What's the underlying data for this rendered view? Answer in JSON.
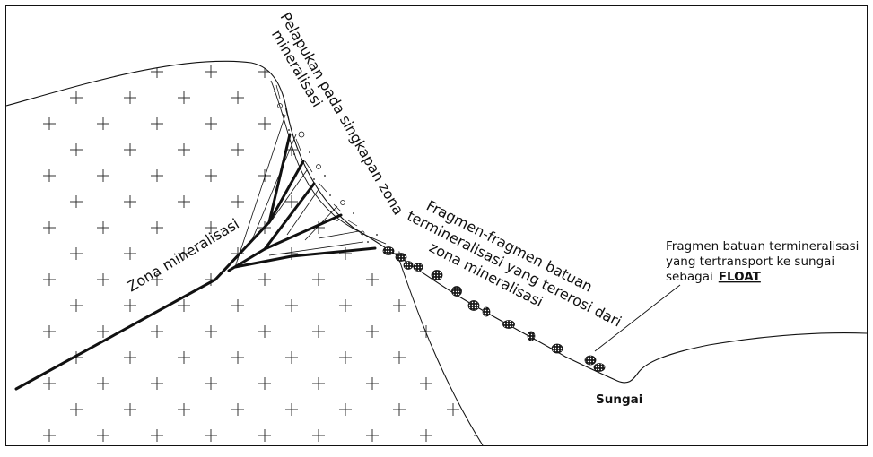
{
  "diagram": {
    "labels": {
      "pelapukan_line1": "Pelapukan pada singkapan zona",
      "pelapukan_line2": "mineralisasi",
      "zona": "Zona mineralisasi",
      "fragmen_line1": "Fragmen-fragmen batuan",
      "fragmen_line2": "termineralisasi yang tererosi dari",
      "fragmen_line3": "zona mineralisasi",
      "float_line1": "Fragmen batuan termineralisasi",
      "float_line2": "yang tertransport ke sungai",
      "float_line3_prefix": "sebagai",
      "float_word": "FLOAT",
      "sungai": "Sungai"
    },
    "colors": {
      "line": "#111111",
      "fragment_fill": "#1a1a1a",
      "background": "#ffffff"
    }
  }
}
